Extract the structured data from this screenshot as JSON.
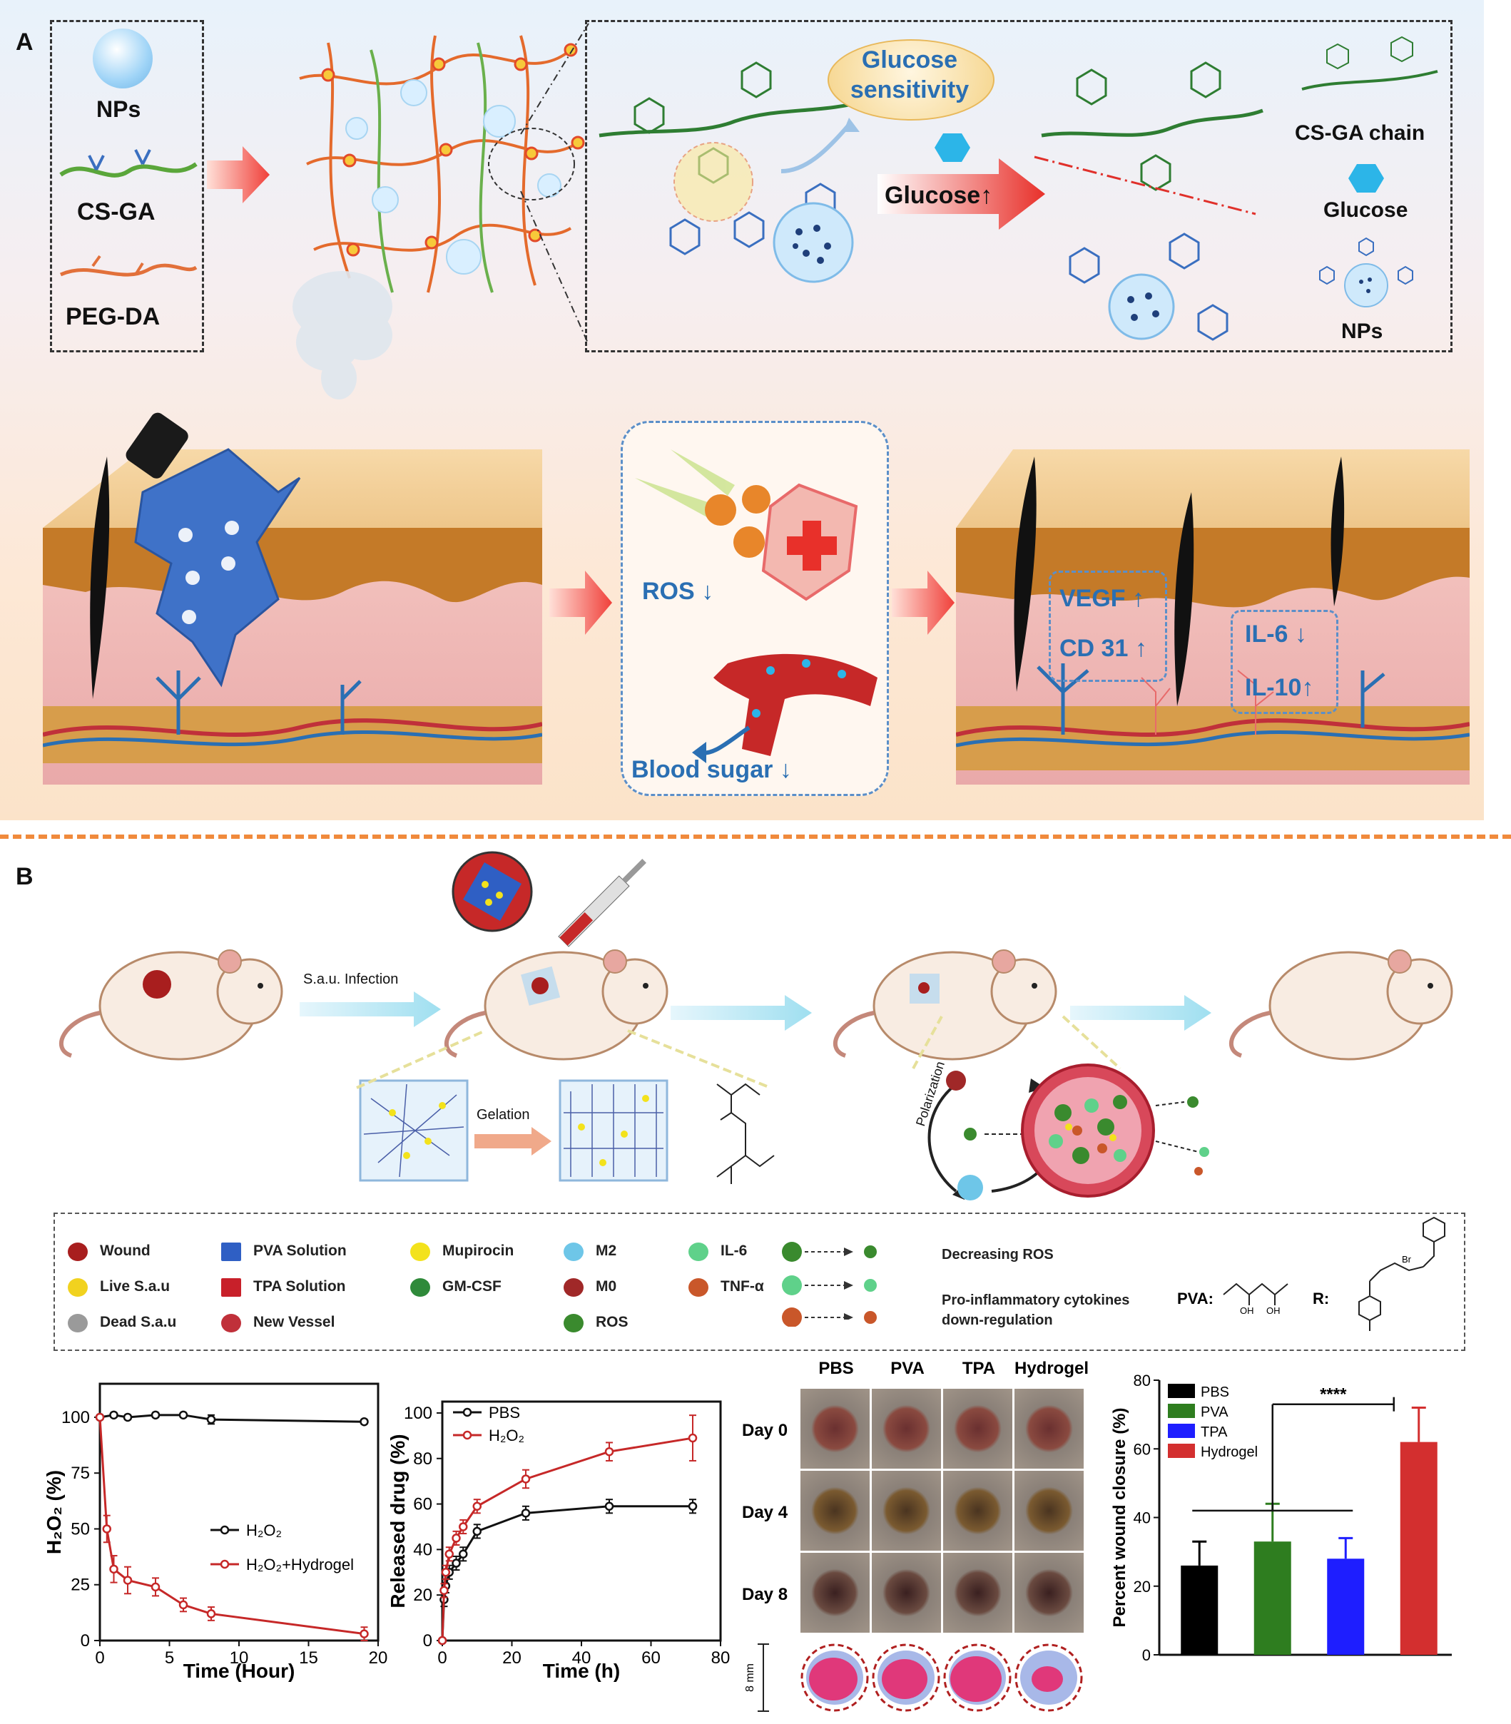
{
  "panel_a": {
    "label": "A",
    "legend": {
      "nps": "NPs",
      "csga": "CS-GA",
      "pegda": "PEG-DA"
    },
    "zoom": {
      "glucose_sensitivity_1": "Glucose",
      "glucose_sensitivity_2": "sensitivity",
      "glucose_arrow": "Glucose↑",
      "csga_chain": "CS-GA chain",
      "glucose": "Glucose",
      "nps": "NPs"
    },
    "effects": {
      "ros": "ROS ↓",
      "blood_sugar": "Blood sugar  ↓"
    },
    "markers": {
      "vegf": "VEGF ↑",
      "cd31": "CD 31 ↑",
      "il6": "IL-6 ↓",
      "il10": "IL-10↑"
    }
  },
  "panel_b": {
    "label": "B",
    "infection": "S.a.u. Infection",
    "gelation": "Gelation",
    "polarization": "Polarization",
    "legend": [
      {
        "name": "Wound",
        "color": "#a81e1e"
      },
      {
        "name": "Live S.a.u",
        "color": "#f1d21f"
      },
      {
        "name": "Dead S.a.u",
        "color": "#9a9a9a"
      },
      {
        "name": "PVA Solution",
        "color": "#2f5fc4"
      },
      {
        "name": "TPA Solution",
        "color": "#c8202a"
      },
      {
        "name": "New Vessel",
        "color": "#c0303a"
      },
      {
        "name": "Mupirocin",
        "color": "#f3e21c"
      },
      {
        "name": "GM-CSF",
        "color": "#2f8a3a"
      },
      {
        "name": "M2",
        "color": "#6ec6e8"
      },
      {
        "name": "M0",
        "color": "#a02828"
      },
      {
        "name": "ROS",
        "color": "#3a8a2e"
      },
      {
        "name": "IL-6",
        "color": "#5fd18a"
      },
      {
        "name": "TNF-α",
        "color": "#c9572a"
      }
    ],
    "legend_right": {
      "decreasing_ros": "Decreasing  ROS",
      "proinflam_1": "Pro-inflammatory cytokines",
      "proinflam_2": "down-regulation",
      "pva": "PVA:",
      "r": "R:",
      "oh1": "OH",
      "oh2": "OH",
      "br": "Br"
    }
  },
  "chart_data": [
    {
      "type": "line",
      "xlabel": "Time (Hour)",
      "ylabel": "H2O2 (%)",
      "xlim": [
        0,
        20
      ],
      "ylim": [
        0,
        100
      ],
      "xticks": [
        0,
        5,
        10,
        15,
        20
      ],
      "yticks": [
        0,
        25,
        50,
        75,
        100
      ],
      "legend": "right-middle",
      "series": [
        {
          "name": "H2O2",
          "color": "#111111",
          "x": [
            0,
            1,
            2,
            4,
            6,
            8,
            19
          ],
          "y": [
            100,
            101,
            100,
            101,
            101,
            99,
            98
          ],
          "err": [
            1,
            1,
            1,
            1,
            1,
            2,
            1
          ]
        },
        {
          "name": "H2O2+Hydrogel",
          "color": "#c62828",
          "x": [
            0,
            0.5,
            1,
            2,
            4,
            6,
            8,
            19
          ],
          "y": [
            100,
            50,
            32,
            27,
            24,
            16,
            12,
            3
          ],
          "err": [
            0,
            6,
            6,
            6,
            4,
            3,
            3,
            3
          ]
        }
      ]
    },
    {
      "type": "line",
      "xlabel": "Time (h)",
      "ylabel": "Released drug (%)",
      "xlim": [
        0,
        80
      ],
      "ylim": [
        0,
        100
      ],
      "xticks": [
        0,
        20,
        40,
        60,
        80
      ],
      "yticks": [
        0,
        20,
        40,
        60,
        80,
        100
      ],
      "legend": "top-left",
      "series": [
        {
          "name": "PBS",
          "color": "#111111",
          "x": [
            0,
            0.5,
            1,
            2,
            4,
            6,
            10,
            24,
            48,
            72
          ],
          "y": [
            0,
            18,
            24,
            30,
            34,
            38,
            48,
            56,
            59,
            59
          ],
          "err": [
            0,
            3,
            3,
            3,
            3,
            3,
            3,
            3,
            3,
            3
          ]
        },
        {
          "name": "H2O2",
          "color": "#c62828",
          "x": [
            0,
            0.5,
            1,
            2,
            4,
            6,
            10,
            24,
            48,
            72
          ],
          "y": [
            0,
            22,
            30,
            38,
            45,
            50,
            59,
            71,
            83,
            89
          ],
          "err": [
            0,
            3,
            3,
            3,
            3,
            3,
            3,
            4,
            4,
            10
          ]
        }
      ]
    },
    {
      "type": "bar",
      "ylabel": "Percent wound closure (%)",
      "ylim": [
        0,
        80
      ],
      "yticks": [
        0,
        20,
        40,
        60,
        80
      ],
      "categories": [
        "PBS",
        "PVA",
        "TPA",
        "Hydrogel"
      ],
      "values": [
        26,
        33,
        28,
        62
      ],
      "errors": [
        7,
        11,
        6,
        10
      ],
      "colors": [
        "#000000",
        "#2e7d1f",
        "#1e1eff",
        "#d32f2f"
      ],
      "significance": "****",
      "legend": "top-left"
    }
  ],
  "photo_grid": {
    "columns": [
      "PBS",
      "PVA",
      "TPA",
      "Hydrogel"
    ],
    "rows": [
      "Day 0",
      "Day 4",
      "Day 8"
    ],
    "scale": "8 mm"
  }
}
